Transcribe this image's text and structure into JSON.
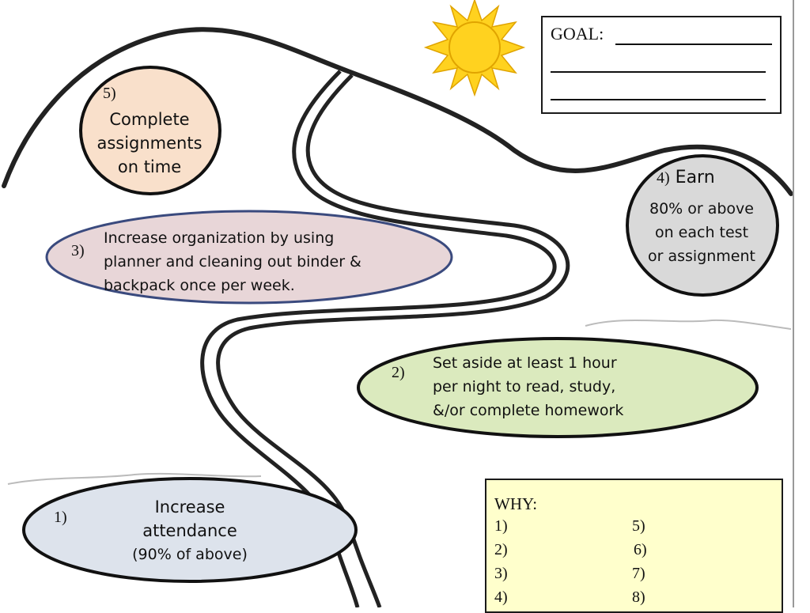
{
  "goal": {
    "label": "GOAL:"
  },
  "steps": [
    {
      "number": "1)",
      "lines": [
        "Increase",
        "attendance",
        "(90% of above)"
      ],
      "color": "#dde3ec"
    },
    {
      "number": "2)",
      "lines": [
        "Set aside at least 1 hour",
        "per night to read, study,",
        "&/or complete homework"
      ],
      "color": "#dbeabe"
    },
    {
      "number": "3)",
      "lines": [
        "Increase organization by using",
        "planner and cleaning out binder &",
        "backpack once per week."
      ],
      "color": "#e8d6d8"
    },
    {
      "number": "4)",
      "heading": "Earn",
      "lines": [
        "80% or above",
        "on each test",
        "or assignment"
      ],
      "color": "#d9d9d9"
    },
    {
      "number": "5)",
      "lines": [
        "Complete",
        "assignments",
        "on time"
      ],
      "color": "#f9e0cb"
    }
  ],
  "why": {
    "title": "WHY:",
    "items": [
      "1)",
      "2)",
      "3)",
      "4)",
      "5)",
      "6)",
      "7)",
      "8)"
    ],
    "background": "#ffffcc"
  },
  "sun": {
    "color": "#ffd21f"
  }
}
